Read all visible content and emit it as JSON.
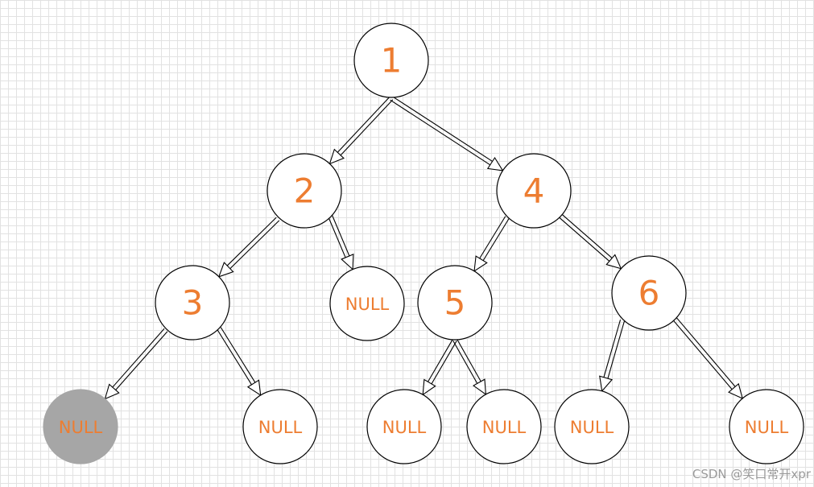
{
  "diagram": {
    "type": "binary-tree",
    "colors": {
      "label": "#ed7d31",
      "node_fill": "#ffffff",
      "node_stroke": "#000000",
      "highlight_fill": "#a6a6a6",
      "grid": "#e2e2e2"
    },
    "nodes": [
      {
        "id": "n1",
        "label": "1",
        "highlighted": false
      },
      {
        "id": "n2",
        "label": "2",
        "highlighted": false
      },
      {
        "id": "n4",
        "label": "4",
        "highlighted": false
      },
      {
        "id": "n3",
        "label": "3",
        "highlighted": false
      },
      {
        "id": "null-a",
        "label": "NULL",
        "highlighted": false
      },
      {
        "id": "n5",
        "label": "5",
        "highlighted": false
      },
      {
        "id": "n6",
        "label": "6",
        "highlighted": false
      },
      {
        "id": "null-b",
        "label": "NULL",
        "highlighted": true
      },
      {
        "id": "null-c",
        "label": "NULL",
        "highlighted": false
      },
      {
        "id": "null-d",
        "label": "NULL",
        "highlighted": false
      },
      {
        "id": "null-e",
        "label": "NULL",
        "highlighted": false
      },
      {
        "id": "null-f",
        "label": "NULL",
        "highlighted": false
      },
      {
        "id": "null-g",
        "label": "NULL",
        "highlighted": false
      }
    ],
    "edges": [
      {
        "from": "n1",
        "to": "n2"
      },
      {
        "from": "n1",
        "to": "n4"
      },
      {
        "from": "n2",
        "to": "n3"
      },
      {
        "from": "n2",
        "to": "null-a"
      },
      {
        "from": "n4",
        "to": "n5"
      },
      {
        "from": "n4",
        "to": "n6"
      },
      {
        "from": "n3",
        "to": "null-b"
      },
      {
        "from": "n3",
        "to": "null-c"
      },
      {
        "from": "n5",
        "to": "null-d"
      },
      {
        "from": "n5",
        "to": "null-e"
      },
      {
        "from": "n6",
        "to": "null-f"
      },
      {
        "from": "n6",
        "to": "null-g"
      }
    ]
  },
  "watermark": "CSDN @笑口常开xpr"
}
